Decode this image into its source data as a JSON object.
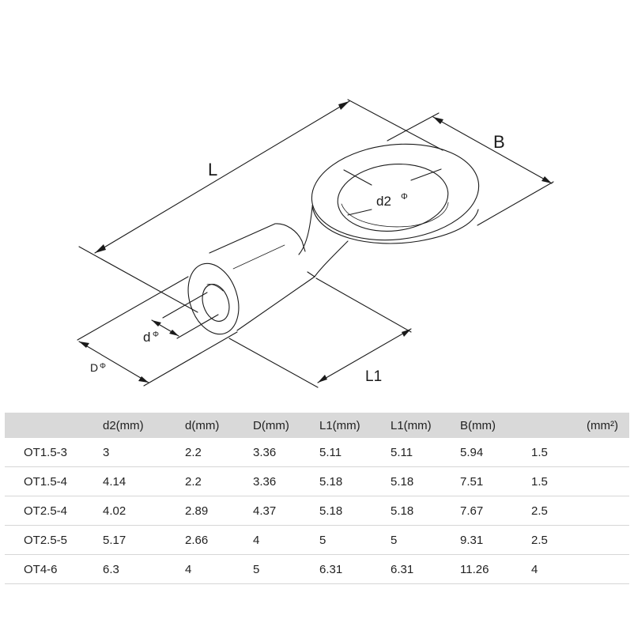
{
  "drawing": {
    "labels": {
      "L": "L",
      "B": "B",
      "d2": "d2",
      "d2_symbol": "Φ",
      "d": "d",
      "d_symbol": "Φ",
      "D": "D",
      "D_symbol": "Φ",
      "L1": "L1"
    }
  },
  "table": {
    "headers": [
      "",
      "d2(mm)",
      "d(mm)",
      "D(mm)",
      "L1(mm)",
      "L1(mm)",
      "B(mm)",
      "",
      "(mm²)"
    ],
    "rows": [
      [
        "OT1.5-3",
        "3",
        "2.2",
        "3.36",
        "5.11",
        "5.11",
        "5.94",
        "1.5"
      ],
      [
        "OT1.5-4",
        "4.14",
        "2.2",
        "3.36",
        "5.18",
        "5.18",
        "7.51",
        "1.5"
      ],
      [
        "OT2.5-4",
        "4.02",
        "2.89",
        "4.37",
        "5.18",
        "5.18",
        "7.67",
        "2.5"
      ],
      [
        "OT2.5-5",
        "5.17",
        "2.66",
        "4",
        "5",
        "5",
        "9.31",
        "2.5"
      ],
      [
        "OT4-6",
        "6.3",
        "4",
        "5",
        "6.31",
        "6.31",
        "11.26",
        "4"
      ]
    ]
  }
}
